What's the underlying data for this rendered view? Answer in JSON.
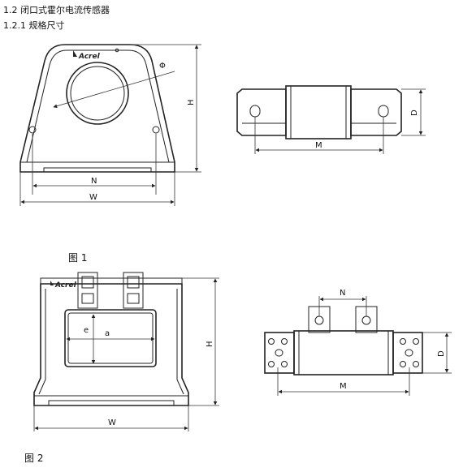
{
  "section": {
    "heading": "1.2 闭口式霍尔电流传感器",
    "subheading": "1.2.1 规格尺寸"
  },
  "figure1": {
    "caption": "图 1",
    "brand": "Acrel",
    "front_labels": {
      "diameter": "Φ",
      "height": "H",
      "inner_width": "N",
      "width": "W"
    },
    "side_labels": {
      "depth": "D",
      "mount": "M"
    }
  },
  "figure2": {
    "caption": "图 2",
    "brand": "Acrel",
    "front_labels": {
      "window_height": "e",
      "window_width": "a",
      "height": "H",
      "width": "W"
    },
    "side_labels": {
      "terminal_spacing": "N",
      "depth": "D",
      "mount": "M"
    }
  }
}
